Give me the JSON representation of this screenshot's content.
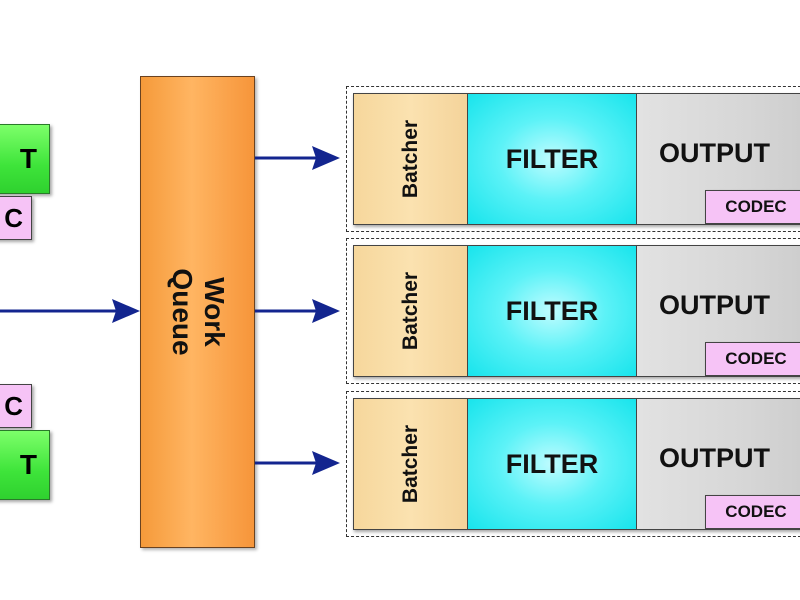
{
  "left_top": {
    "output_label": "T",
    "codec_label": "C"
  },
  "left_bottom": {
    "codec_label": "C",
    "output_label": "T"
  },
  "work_queue": {
    "line1": "Work",
    "line2": "Queue"
  },
  "pipelines": [
    {
      "batcher": "Batcher",
      "filter": "FILTER",
      "output": "OUTPUT",
      "codec": "CODEC"
    },
    {
      "batcher": "Batcher",
      "filter": "FILTER",
      "output": "OUTPUT",
      "codec": "CODEC"
    },
    {
      "batcher": "Batcher",
      "filter": "FILTER",
      "output": "OUTPUT",
      "codec": "CODEC"
    }
  ],
  "colors": {
    "arrow": "#13258f",
    "work_queue": "#f7a54a",
    "batcher": "#f8dba6",
    "filter": "#3ff0f5",
    "output": "#d6d6d6",
    "codec": "#f6c3f6",
    "left_output": "#45e43c"
  }
}
